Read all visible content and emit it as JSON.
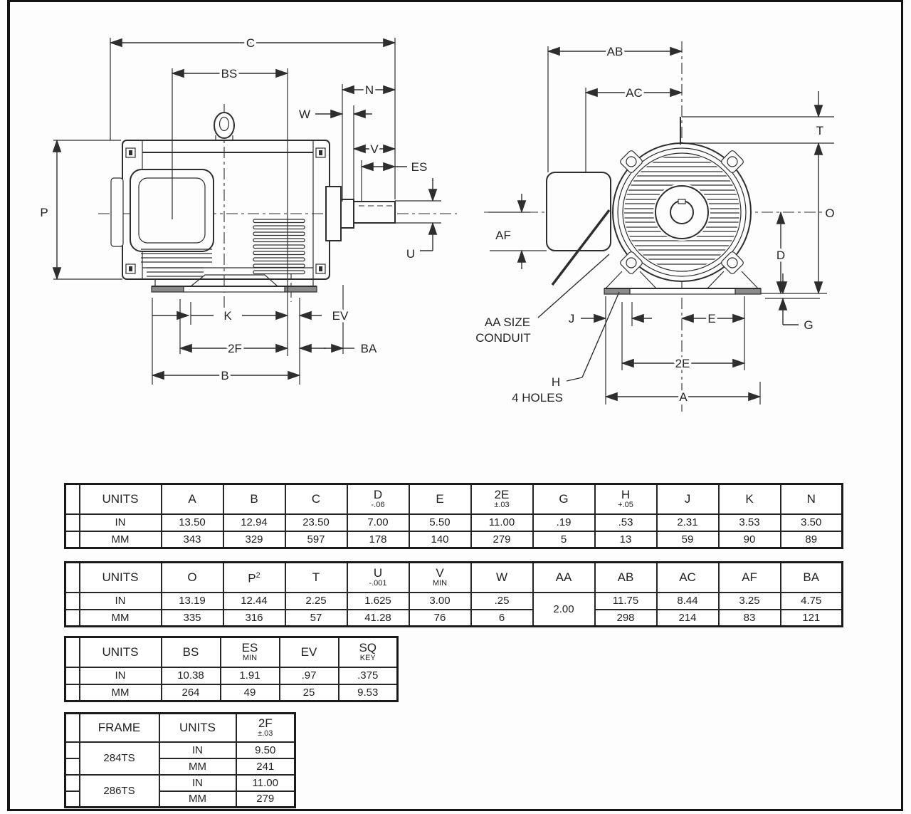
{
  "side_view": {
    "labels": {
      "C": "C",
      "BS": "BS",
      "N": "N",
      "W": "W",
      "V": "V",
      "ES": "ES",
      "P": "P",
      "U": "U",
      "K": "K",
      "EV": "EV",
      "F2": "2F",
      "BA": "BA",
      "B": "B"
    }
  },
  "front_view": {
    "labels": {
      "AB": "AB",
      "AC": "AC",
      "T": "T",
      "O": "O",
      "D": "D",
      "AF": "AF",
      "J": "J",
      "E": "E",
      "E2": "2E",
      "G": "G",
      "A": "A",
      "H": "H",
      "holes": "4 HOLES",
      "aa1": "AA SIZE",
      "aa2": "CONDUIT"
    }
  },
  "tables": {
    "t1": {
      "headers": [
        {
          "t": "UNITS"
        },
        {
          "t": "A"
        },
        {
          "t": "B"
        },
        {
          "t": "C"
        },
        {
          "t": "D",
          "s": "-.06"
        },
        {
          "t": "E"
        },
        {
          "t": "2E",
          "s": "±.03"
        },
        {
          "t": "G"
        },
        {
          "t": "H",
          "s": "+.05"
        },
        {
          "t": "J"
        },
        {
          "t": "K"
        },
        {
          "t": "N"
        }
      ],
      "in": [
        "IN",
        "13.50",
        "12.94",
        "23.50",
        "7.00",
        "5.50",
        "11.00",
        ".19",
        ".53",
        "2.31",
        "3.53",
        "3.50"
      ],
      "mm": [
        "MM",
        "343",
        "329",
        "597",
        "178",
        "140",
        "279",
        "5",
        "13",
        "59",
        "90",
        "89"
      ]
    },
    "t2": {
      "headers": [
        {
          "t": "UNITS"
        },
        {
          "t": "O"
        },
        {
          "t": "P",
          "sup": "2"
        },
        {
          "t": "T"
        },
        {
          "t": "U",
          "s": "-.001"
        },
        {
          "t": "V",
          "s": "MIN"
        },
        {
          "t": "W"
        },
        {
          "t": "AA"
        },
        {
          "t": "AB"
        },
        {
          "t": "AC"
        },
        {
          "t": "AF"
        },
        {
          "t": "BA"
        }
      ],
      "in": [
        "IN",
        "13.19",
        "12.44",
        "2.25",
        "1.625",
        "3.00",
        ".25",
        "11.75",
        "8.44",
        "3.25",
        "4.75"
      ],
      "mm": [
        "MM",
        "335",
        "316",
        "57",
        "41.28",
        "76",
        "6",
        "298",
        "214",
        "83",
        "121"
      ],
      "aa": "2.00"
    },
    "t3": {
      "headers": [
        {
          "t": "UNITS"
        },
        {
          "t": "BS"
        },
        {
          "t": "ES",
          "s": "MIN"
        },
        {
          "t": "EV"
        },
        {
          "t": "SQ",
          "s": "KEY"
        }
      ],
      "in": [
        "IN",
        "10.38",
        "1.91",
        ".97",
        ".375"
      ],
      "mm": [
        "MM",
        "264",
        "49",
        "25",
        "9.53"
      ]
    },
    "t4": {
      "frame_h": "FRAME",
      "units_h": "UNITS",
      "dim_h": "2F",
      "dim_s": "±.03",
      "rows": [
        {
          "frame": "284TS",
          "in_label": "IN",
          "in": "9.50",
          "mm_label": "MM",
          "mm": "241"
        },
        {
          "frame": "286TS",
          "in_label": "IN",
          "in": "11.00",
          "mm_label": "MM",
          "mm": "279"
        }
      ]
    }
  }
}
